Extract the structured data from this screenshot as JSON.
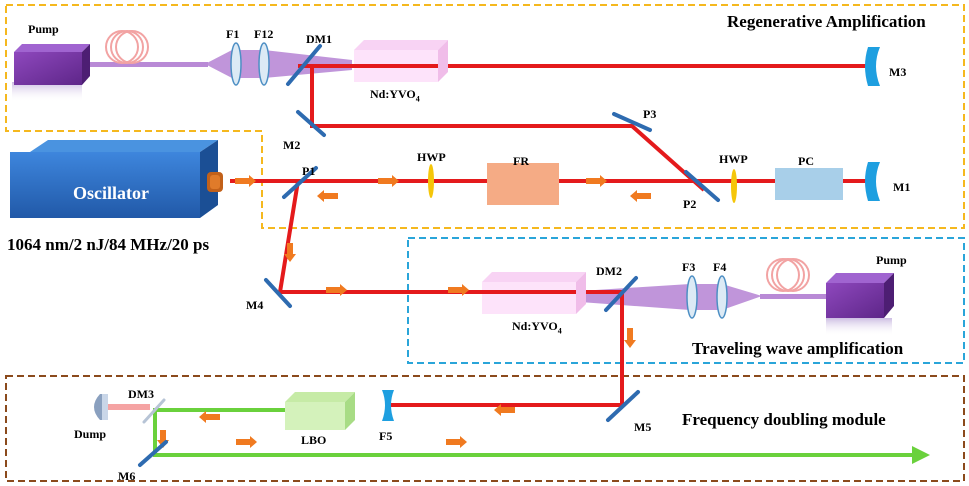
{
  "sections": {
    "regen_title": "Regenerative Amplification",
    "traveling_title": "Traveling wave amplification",
    "doubling_title": "Frequency doubling module"
  },
  "oscillator": {
    "label": "Oscillator",
    "spec": "1064 nm/2 nJ/84 MHz/20 ps"
  },
  "pumps": {
    "top": "Pump",
    "middle": "Pump"
  },
  "lenses": {
    "f1": "F1",
    "f12": "F12",
    "f3": "F3",
    "f4": "F4",
    "f5": "F5"
  },
  "dichroics": {
    "dm1": "DM1",
    "dm2": "DM2",
    "dm3": "DM3"
  },
  "mirrors": {
    "m1": "M1",
    "m2": "M2",
    "m3": "M3",
    "m4": "M4",
    "m5": "M5",
    "m6": "M6"
  },
  "polarizers": {
    "p1": "P1",
    "p2": "P2",
    "p3": "P3"
  },
  "crystals": {
    "gain_main": "Nd:YVO",
    "gain_sub": "4",
    "lbo": "LBO"
  },
  "components": {
    "hwp1": "HWP",
    "hwp2": "HWP",
    "fr": "FR",
    "pc": "PC",
    "dump": "Dump"
  },
  "colors": {
    "red_beam": "#e41a1c",
    "green_beam": "#6ad13c",
    "pump_beam": "#b98ad6",
    "regen_box": "#f5b81f",
    "traveling_box": "#2aa5d9",
    "doubling_box": "#8b4a1c",
    "arrow": "#f07a20",
    "oscillator": "#2b6fc7",
    "pump_box": "#7e3aa8",
    "curved_mirror": "#1e9fe0",
    "flat_mirror": "#2e6bb0"
  }
}
